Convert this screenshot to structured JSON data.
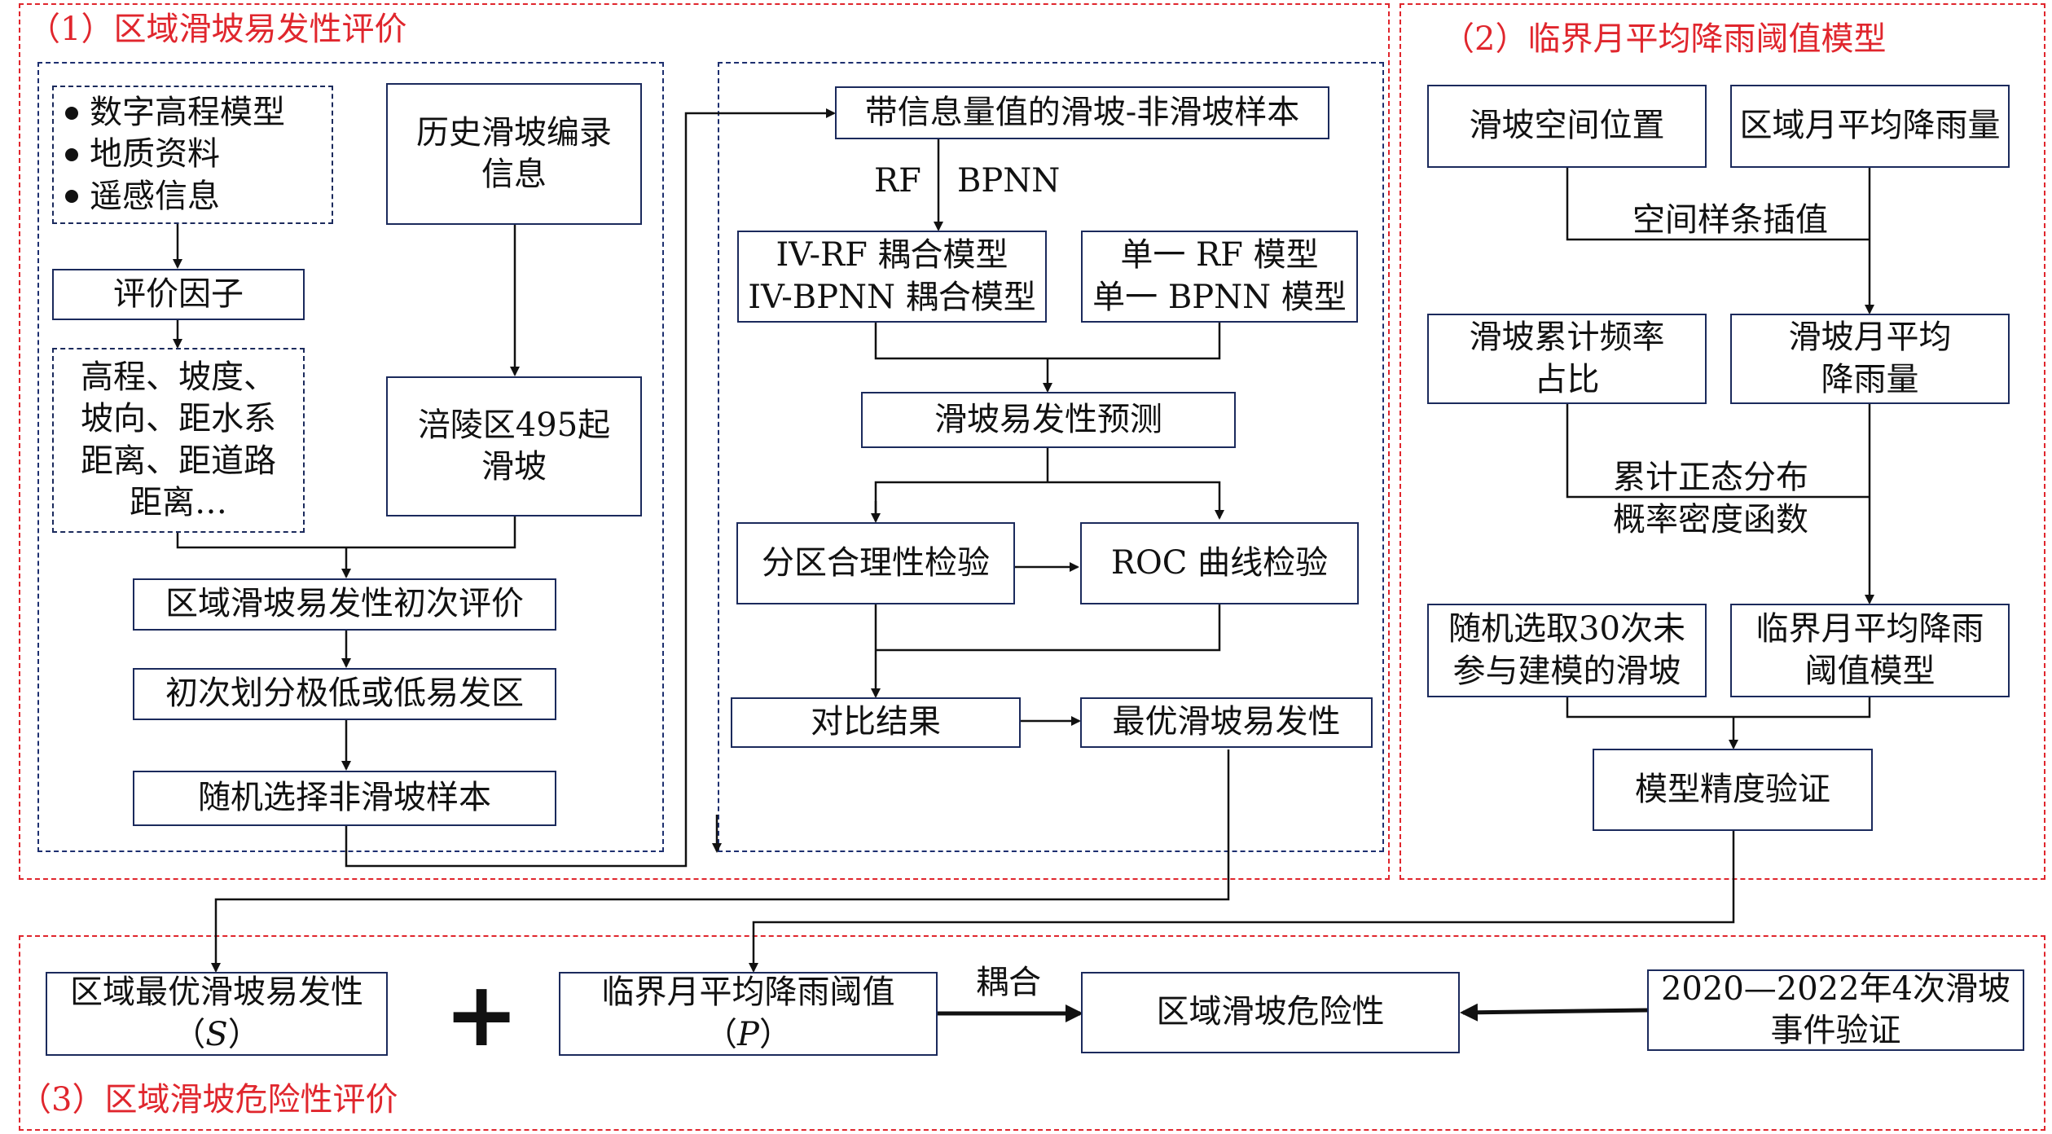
{
  "sections": {
    "s1": "（1）区域滑坡易发性评价",
    "s2": "（2）临界月平均降雨阈值模型",
    "s3": "（3）区域滑坡危险性评价"
  },
  "s1": {
    "data_sources": [
      "数字高程模型",
      "地质资料",
      "遥感信息"
    ],
    "history_l1": "历史滑坡编录",
    "history_l2": "信息",
    "factor": "评价因子",
    "factor_list_l1": "高程、坡度、",
    "factor_list_l2": "坡向、距水系",
    "factor_list_l3": "距离、距道路",
    "factor_list_l4": "距离…",
    "fuling_l1": "涪陵区495起",
    "fuling_l2": "滑坡",
    "initial_eval": "区域滑坡易发性初次评价",
    "initial_zone": "初次划分极低或低易发区",
    "random_nonslide": "随机选择非滑坡样本",
    "samples": "带信息量值的滑坡-非滑坡样本",
    "label_rf": "RF",
    "label_bpnn": "BPNN",
    "coupled_l1": "IV-RF 耦合模型",
    "coupled_l2": "IV-BPNN 耦合模型",
    "single_l1": "单一 RF 模型",
    "single_l2": "单一 BPNN 模型",
    "prediction": "滑坡易发性预测",
    "zoning_check": "分区合理性检验",
    "roc_check": "ROC 曲线检验",
    "compare": "对比结果",
    "optimal": "最优滑坡易发性"
  },
  "s2": {
    "location": "滑坡空间位置",
    "rainfall": "区域月平均降雨量",
    "interp": "空间样条插值",
    "freq_l1": "滑坡累计频率",
    "freq_l2": "占比",
    "monthly_l1": "滑坡月平均",
    "monthly_l2": "降雨量",
    "normal_l1": "累计正态分布",
    "normal_l2": "概率密度函数",
    "random30_l1": "随机选取30次未",
    "random30_l2": "参与建模的滑坡",
    "threshold_l1": "临界月平均降雨",
    "threshold_l2": "阈值模型",
    "accuracy": "模型精度验证"
  },
  "s3": {
    "optimal_l1": "区域最优滑坡易发性",
    "optimal_l2": "S",
    "plus": "+",
    "threshold_l1": "临界月平均降雨阈值",
    "threshold_l2": "P",
    "couple": "耦合",
    "hazard": "区域滑坡危险性",
    "events_l1": "2020—2022年4次滑坡",
    "events_l2": "事件验证"
  },
  "colors": {
    "section_red": "#e0262d",
    "box_border": "#1b2a5c",
    "arrow": "#111111"
  },
  "icons": {
    "bullet": "filled-circle",
    "connector": "arrow"
  }
}
